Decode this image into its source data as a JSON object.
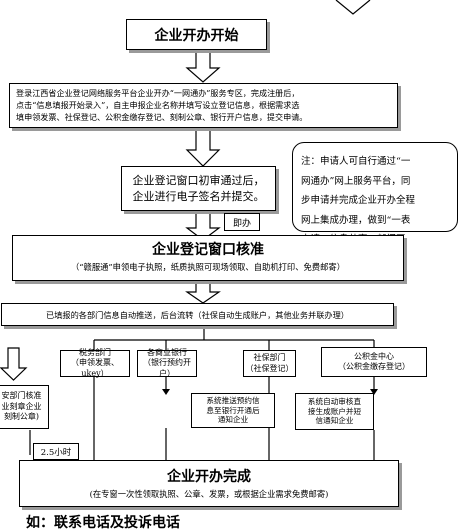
{
  "nodes": {
    "start": "企业开办开始",
    "register": "登录江西省企业登记网络服务平台企业开办“一网通办”服务专区，完成注册后，\n点击“信息填报开始录入”，自主申报企业名称并填写设立登记信息，根据需求选\n填申领发票、社保登记、公积金缴存登记、刻制公章、银行开户信息，提交申请。",
    "initial_review": "企业登记窗口初审通过后，\n企业进行电子签名并提交。",
    "note": "注：申请人可自行通过“一\n网通办”网上服务平台，同\n步申请并完成企业开办全程\n网上集成办理，做到“一表\n申请、信息共享、部门互\n认”。",
    "immediate": "即办",
    "approve_title": "企业登记窗口核准",
    "approve_sub": "（“赣服通”申领电子执照，纸质执照可现场领取、自助机打印、免费邮寄）",
    "push": "已填报的各部门信息自动推送，后台流转（社保自动生成账户，其他业务并联办理）",
    "dept_seal": "安部门核准\n业刻章企业\n刻制公章)",
    "dept_tax": "税务部门\n（申领发票、ukey）",
    "dept_bank": "各商业银行\n（银行预约开户）",
    "dept_social": "社保部门\n（社保登记）",
    "dept_fund": "公积金中心\n（公积金缴存登记）",
    "bank_sub": "系统推送预约信\n息至银行开通后\n通知企业",
    "fund_sub": "系统自动审核直\n接生成账户并短\n信通知企业",
    "time": "2.5小时",
    "complete_title": "企业开办完成",
    "complete_sub": "(在专窗一次性领取执照、公章、发票，或根据企业需求免费邮寄)",
    "footer": "如：联系电话及投诉电话"
  }
}
